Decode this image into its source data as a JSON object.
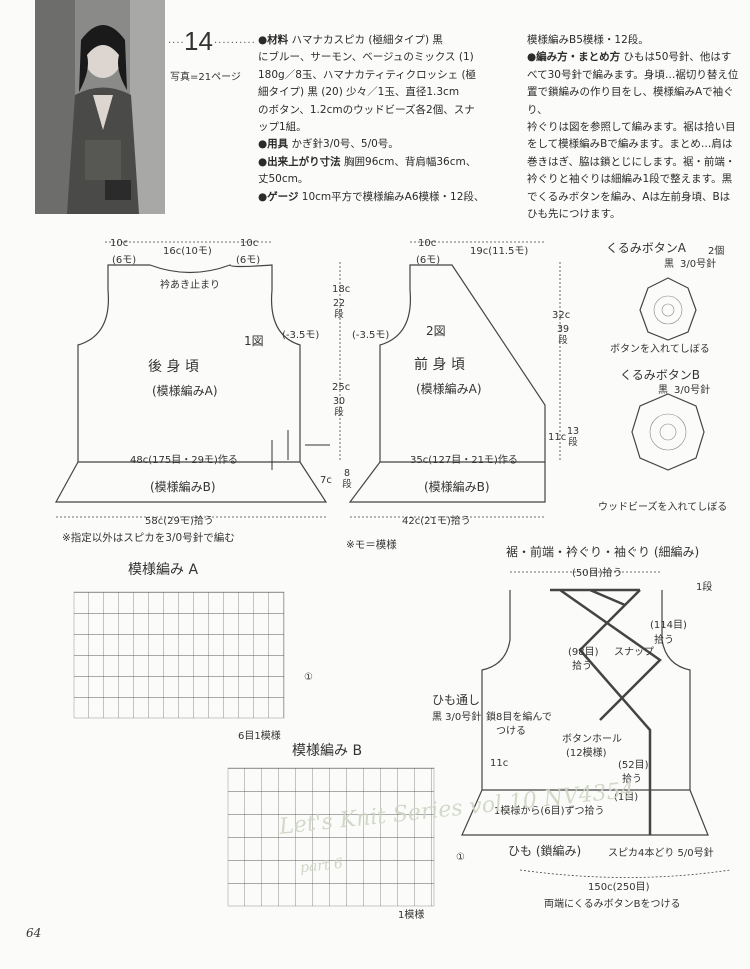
{
  "header": {
    "pattern_number": "14",
    "photo_ref": "写真=21ページ",
    "photo_alt": "model wearing crochet vest"
  },
  "instructions_left": [
    {
      "label": "●材料",
      "text": " ハマナカスピカ (極細タイプ) 黒"
    },
    {
      "label": "",
      "text": "にブルー、サーモン、ベージュのミックス (1)"
    },
    {
      "label": "",
      "text": "180g／8玉、ハマナカティティクロッシェ (極"
    },
    {
      "label": "",
      "text": "細タイプ) 黒 (20) 少々／1玉、直径1.3cm"
    },
    {
      "label": "",
      "text": "のボタン、1.2cmのウッドビーズ各2個、スナ"
    },
    {
      "label": "",
      "text": "ップ1組。"
    },
    {
      "label": "●用具",
      "text": " かぎ針3/0号、5/0号。"
    },
    {
      "label": "●出来上がり寸法",
      "text": " 胸囲96cm、背肩幅36cm、"
    },
    {
      "label": "",
      "text": "丈50cm。"
    },
    {
      "label": "●ゲージ",
      "text": " 10cm平方で模様編みA6模様・12段、"
    }
  ],
  "instructions_right": [
    {
      "label": "",
      "text": "模様編みB5模様・12段。"
    },
    {
      "label": "●編み方・まとめ方",
      "text": " ひもは50号針、他はす"
    },
    {
      "label": "",
      "text": "べて30号針で編みます。身頃…裾切り替え位"
    },
    {
      "label": "",
      "text": "置で鎖編みの作り目をし、模様編みAで袖ぐり、"
    },
    {
      "label": "",
      "text": "衿ぐりは図を参照して編みます。裾は拾い目"
    },
    {
      "label": "",
      "text": "をして模様編みBで編みます。まとめ…肩は"
    },
    {
      "label": "",
      "text": "巻きはぎ、脇は鎖とじにします。裾・前端・"
    },
    {
      "label": "",
      "text": "衿ぐりと袖ぐりは細編み1段で整えます。黒"
    },
    {
      "label": "",
      "text": "でくるみボタンを編み、Aは左前身頃、Bは"
    },
    {
      "label": "",
      "text": "ひも先につけます。"
    }
  ],
  "back": {
    "dim_left": "10c",
    "dim_left_st": "(6モ)",
    "dim_mid": "16c(10モ)",
    "dim_right": "10c",
    "dim_right_st": "(6モ)",
    "neck_stop": "衿あき止まり",
    "fig": "1図",
    "armhole": "(-3.5モ)",
    "title": "後 身 頃",
    "stitch_a": "(模様編みA)",
    "h1": "18c",
    "h1_rows": "22段",
    "h2": "25c",
    "h2_rows": "30段",
    "hem_h": "7c",
    "hem_rows": "8段",
    "chain": "48c(175目・29モ)作る",
    "stitch_b": "(模様編みB)",
    "bottom": "58c(29モ)拾う"
  },
  "front": {
    "dim_left": "10c",
    "dim_left_st": "(6モ)",
    "dim_right": "19c(11.5モ)",
    "armhole": "(-3.5モ)",
    "fig": "2図",
    "title": "前 身 頃",
    "stitch_a": "(模様編みA)",
    "h1": "32c",
    "h1_rows": "39段",
    "h2": "11c",
    "h2_rows": "13段",
    "chain": "35c(127目・21モ)作る",
    "stitch_b": "(模様編みB)",
    "bottom": "42c(21モ)拾う"
  },
  "notes": {
    "needle_note": "※指定以外はスピカを3/0号針で編む",
    "mo_note": "※モ＝模様"
  },
  "button_a": {
    "title": "くるみボタンA",
    "count": "2個",
    "color": "黒",
    "needle": "3/0号針",
    "note": "ボタンを入れてしぼる"
  },
  "button_b": {
    "title": "くるみボタンB",
    "color": "黒",
    "needle": "3/0号針",
    "note": "ウッドビーズを入れてしぼる"
  },
  "pattern_a": {
    "title": "模様編み A",
    "repeat": "6目1模様",
    "row_mark": "①"
  },
  "pattern_b": {
    "title": "模様編み B",
    "repeat": "1模様",
    "row_mark": "①"
  },
  "finishing": {
    "title": "裾・前端・衿ぐり・袖ぐり (細編み)",
    "shoulder": "(50目)拾う",
    "row1": "1段",
    "armhole": "(114目)",
    "armhole2": "拾う",
    "neck": "(98目)",
    "neck2": "拾う",
    "snap": "スナップ",
    "cord_loop": "ひも通し",
    "cord_loop2": "黒 3/0号針",
    "loop_note1": "鎖8目を編んで",
    "loop_note2": "つける",
    "buttonhole": "ボタンホール",
    "buttonhole2": "(12模様)",
    "side": "11c",
    "front_pick": "(52目)",
    "front_pick2": "拾う",
    "hem_row": "(1目)",
    "hem_pick": "1模様から(6目)ずつ拾う"
  },
  "cord": {
    "title": "ひも (鎖編み)",
    "spec": "スピカ4本どり 5/0号針",
    "length": "150c(250目)",
    "note": "両端にくるみボタンBをつける"
  },
  "watermark": {
    "line1": "Let's Knit Series vol.10 NV4354",
    "line2": "part 6"
  },
  "page_number": "64"
}
